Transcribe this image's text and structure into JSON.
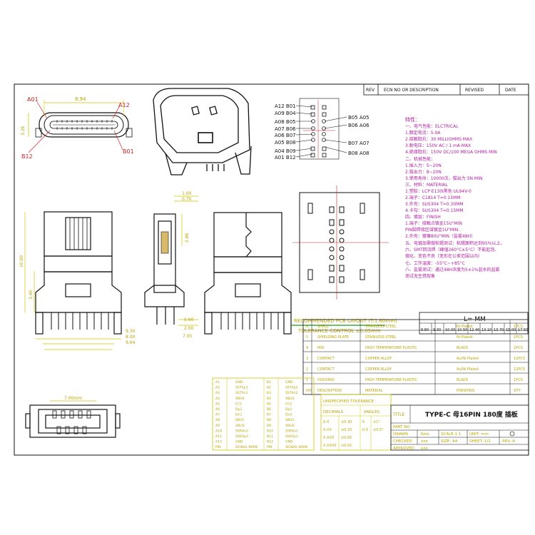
{
  "colors": {
    "line": "#111111",
    "dim": "#d4c400",
    "red": "#cc2222",
    "green": "#1a9a1a",
    "blue": "#1a3d9c",
    "magenta": "#b01ca0"
  },
  "revision": {
    "rev": "REV",
    "ecn": "ECN NO OR DESCRIPTION",
    "revised": "REVISED",
    "date": "DATE"
  },
  "top_view": {
    "a01": "A01",
    "a12": "A12",
    "b12": "B12",
    "b01": "B01",
    "width_dim": "8.94",
    "height_dim": "3.26"
  },
  "pin_map": {
    "left_labels": [
      "A12 B01",
      "A09 B04",
      "A08 B05",
      "A07 B06",
      "A06 B07",
      "A05 B08",
      "A04 B09",
      "A01 B12"
    ],
    "right_labels": [
      "B05 A05",
      "B06 A06",
      "B07 A07",
      "B08 A08"
    ]
  },
  "specs": {
    "heading": "特性：",
    "lines": [
      "一、电气性能：ELCTRICAL",
      " 1.额定电流：5.0A",
      " 2.接触阻抗：30 MILLIOHMS MAX",
      " 3.耐电压：150V AC / 1 mA MAX",
      " 4.绝缘阻抗：150V DC/100 MEGA OHMS MIN",
      "二、机械性能：",
      " 1.插入力：5~20N",
      " 2.拔出力：8~20N",
      " 3.使用寿命：10000次，拔出力 5N MIN",
      "三、材料：MATERIAL",
      " 1.塑胶：LCP E130I黑色 UL94V-0",
      " 2.端子：C1814 T=0.15MM",
      " 3.外壳：SUS304 T=0.30MM",
      " 4.卡勾：SUS304 T=0.15MM",
      "四、镀层：FINISH",
      " 1.端子：接触点镀金15U\"MIN",
      "     PIN脚焊接区域镀金1U\"MIN.",
      " 2.外壳：镀镍80U\"MIN（盐雾48H）",
      "五、电镀品需做粘锡测试：粘锡面积达到95%以上。",
      "六、SMT回流焊（峰值260°C±5°C）不能起泡、",
      "    熔化、变色不良（变形在公差范围以内）",
      "七、工作温度：-55°C~+85°C",
      "八、盐雾测试：通过48H浓度为5±1%盐水的盐雾",
      "    测试无生锈现象"
    ]
  },
  "side_view": {
    "dims": [
      "0.60",
      "2.86",
      "1.00",
      "0.70",
      "3.40",
      "2.00",
      "10.00",
      "7.05",
      "8.00",
      "9.30",
      "9.64"
    ],
    "pcb_note": [
      "RECOMMENDED  PCB  LAYOUT (T:1.60mm)",
      "TOLERANCE CONTROL ±0.05mm"
    ]
  },
  "length_table": {
    "header": "L=     MM",
    "values": [
      "8.80",
      "9.30",
      "10.00",
      "10.50",
      "12.40",
      "13.10",
      "13.70",
      "15.00",
      "17.50"
    ]
  },
  "bom": {
    "rows": [
      [
        "6",
        "SHELL",
        "STAINLESS STEEL",
        "Ni Plated",
        "1PCS"
      ],
      [
        "5",
        "SHIELDING PLATE",
        "STAINLESS STEEL",
        "Ni Plated",
        "1PCS"
      ],
      [
        "4",
        "MID",
        "HIGH TEMPERATURE PLASTIC",
        "BLACK",
        "1PCS"
      ],
      [
        "3",
        "CONTACT",
        "COPPER ALLOY",
        "Au/Ni Plated",
        "12PCS"
      ],
      [
        "2",
        "CONTACT",
        "COPPER ALLOY",
        "Au/Ni Plated",
        "12PCS"
      ],
      [
        "1",
        "HOUSING",
        "HIGH TEMPERATURE PLASTIC",
        "BLACK",
        "1PCS"
      ],
      [
        "NO",
        "DESCRIPTION",
        "MATERIAL",
        "FINISHING",
        "QTY"
      ]
    ]
  },
  "signal_table": {
    "rows": [
      [
        "A1",
        "GND",
        "B1",
        "GND"
      ],
      [
        "A2",
        "SSTXp1",
        "B2",
        "SSTXp2"
      ],
      [
        "A3",
        "SSTXn1",
        "B3",
        "SSTXn2"
      ],
      [
        "A4",
        "VBUS",
        "B4",
        "VBUS"
      ],
      [
        "A5",
        "CC1",
        "B5",
        "CC2"
      ],
      [
        "A6",
        "Dp1",
        "B6",
        "Dp2"
      ],
      [
        "A7",
        "Dn1",
        "B7",
        "Dn2"
      ],
      [
        "A8",
        "SBU1",
        "B8",
        "SBU2"
      ],
      [
        "A9",
        "VBUS",
        "B9",
        "VBUS"
      ],
      [
        "A10",
        "SSRXn2",
        "B10",
        "SSRXn1"
      ],
      [
        "A11",
        "SSRXp2",
        "B11",
        "SSRXp1"
      ],
      [
        "A12",
        "GND",
        "B12",
        "GND"
      ],
      [
        "PIN",
        "SIGNAL NAME",
        "PIN",
        "SIGNAL NAME"
      ]
    ]
  },
  "tolerance": {
    "title": "UNSPECIFIED TOLERANCE",
    "decimals_label": "DECIMALS",
    "angles_label": "ANGLES",
    "rows": [
      [
        "X.X",
        "±0.30",
        "0",
        "±1°"
      ],
      [
        "X.XX",
        "±0.10",
        "0.0",
        "±0.5°"
      ],
      [
        "X.XXX",
        "±0.05",
        "",
        ""
      ],
      [
        "X.XXXX",
        "±0.02",
        "",
        ""
      ]
    ]
  },
  "title_block": {
    "title_label": "TITLE",
    "title_value": "TYPE-C 母16PIN 180度 插板",
    "part_no": "PART NO",
    "drawn": "DRAWN",
    "drawn_by": "Kelo",
    "scale": "SCALE 1:1",
    "unit": "UNIT: mm",
    "checked": "CHECKED",
    "checked_by": "xxx",
    "size": "SIZE: A4",
    "sheet": "SHEET: 1/1",
    "rev": "REV: A",
    "approved": "APPROVED",
    "approved_by": "xxx"
  },
  "bottom_view": {
    "dim": "7.00mm"
  }
}
